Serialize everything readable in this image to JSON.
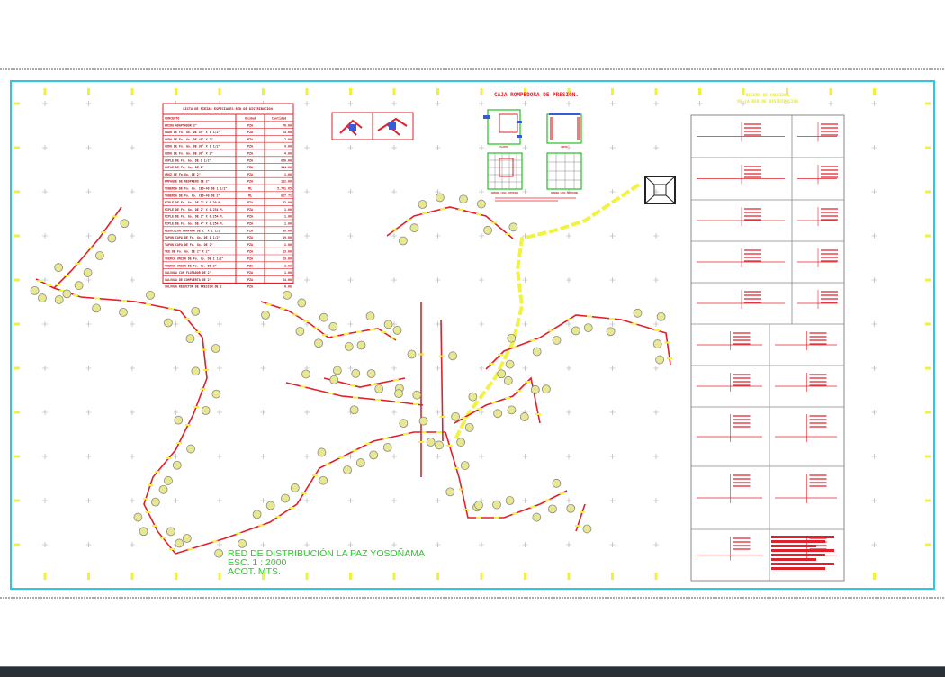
{
  "drawing": {
    "title": "RED DE DISTRIBUCIÓN LA PAZ YOSOÑAMA",
    "scale": "ESC. 1 : 2000",
    "units": "ACOT. MTS."
  },
  "parts_table": {
    "title": "LISTA DE PIEZAS ESPECIALES RED DE DISTRIBUCION",
    "headers": [
      "CONCEPTO",
      "Unidad",
      "Cantidad"
    ],
    "rows": [
      [
        "BRIDA ADAPTADOR 3\"",
        "PZA",
        "70.00"
      ],
      [
        "CODO DE Fo. Go. DE 45° X 1 1/2\"",
        "PZA",
        "24.00"
      ],
      [
        "CODO DE Fo. Go. DE 45° X 2\"",
        "PZA",
        "2.00"
      ],
      [
        "CODO DE Fo. Go. DE 90° X 1 1/2\"",
        "PZA",
        "9.00"
      ],
      [
        "CODO DE Fo. Go. DE 90° X 2\"",
        "PZA",
        "4.00"
      ],
      [
        "COPLE DE Fo. Go. DE 1 1/2\"",
        "PZA",
        "858.00"
      ],
      [
        "COPLE DE Fo. Go. DE 2\"",
        "PZA",
        "144.00"
      ],
      [
        "CRUZ DE Fo.Go. DE 2\"",
        "PZA",
        "1.00"
      ],
      [
        "EMPAQUE DE NEOPRENO DE 3\"",
        "PZA",
        "112.00"
      ],
      [
        "TUBERIA DE Fo. Go. CED-40 DE 1 1/2\"",
        "ML",
        "5,751.65"
      ],
      [
        "TUBERIA DE Fo. Go. CED-40 DE 2\"",
        "ML",
        "827.71"
      ],
      [
        "NIPLE DE Fo. Go. DE 2\" X 0.30 M.",
        "PZA",
        "43.00"
      ],
      [
        "NIPLE DE Fo. Go. DE 2\" X 0.254 M.",
        "PZA",
        "1.00"
      ],
      [
        "NIPLE DE Fo. Go. DE 3\" X 0.254 M.",
        "PZA",
        "1.00"
      ],
      [
        "NIPLE DE Fo. Go. DE 4\" X 0.254 M.",
        "PZA",
        "1.00"
      ],
      [
        "REDUCCION CAMPANA DE 2\" X 1 1/2\"",
        "PZA",
        "36.00"
      ],
      [
        "TAPON CAPA DE Fo. Go. DE 1 1/2\"",
        "PZA",
        "19.00"
      ],
      [
        "TAPON CAPA DE Fo. Go. DE 2\"",
        "PZA",
        "1.00"
      ],
      [
        "TEE DE Fo. Go. DE 2\" X 2\"",
        "PZA",
        "13.00"
      ],
      [
        "TUERCA UNION DE Fo. Go. DE 1 1/2\"",
        "PZA",
        "29.00"
      ],
      [
        "TUERCA UNION DE Fo. Go. DE 2\"",
        "PZA",
        "2.00"
      ],
      [
        "VALVULA CON FLOTADOR DE 2\"",
        "PZA",
        "1.00"
      ],
      [
        "VALVULA DE COMPUERTA DE 2\"",
        "PZA",
        "24.00"
      ],
      [
        "VALVULA REDUCTOR DE PRESION DE 2",
        "PZA",
        "6.00"
      ]
    ]
  },
  "detail": {
    "title": "CAJA ROMPEDORA DE PRESIÓN.",
    "views": [
      "PLANTA",
      "CORTE",
      "ARMADO LOSA INFERIOR",
      "ARMADO LOSA SUPERIOR"
    ]
  },
  "cruceros": {
    "title_line1": "DISEÑO DE CRUCEROS",
    "title_line2": "DE LA RED DE DISTRIBUCIÓN"
  },
  "colors": {
    "border": "#2fc6e6",
    "pipe": "#e0202a",
    "main_line": "#f2f240",
    "title_text": "#22d022",
    "node_fill": "#e8e890"
  }
}
